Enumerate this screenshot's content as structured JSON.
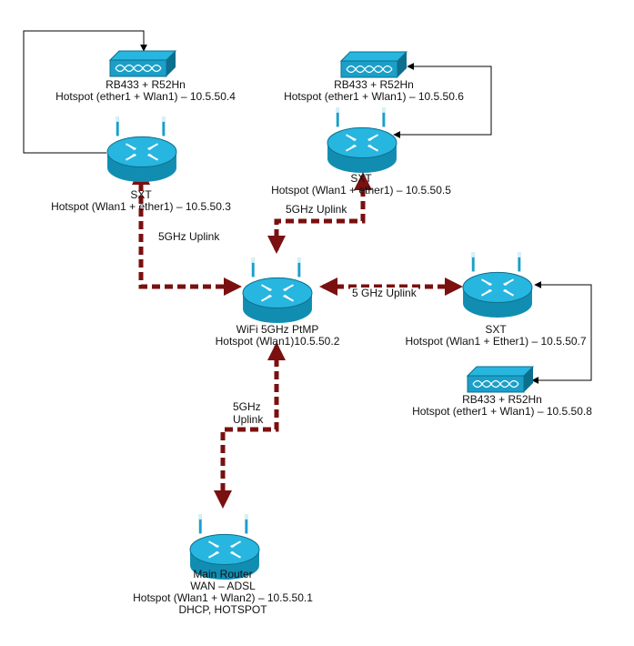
{
  "colors": {
    "device_blue": "#1a9fc8",
    "device_top": "#27b6df",
    "device_dark": "#0d6f8c",
    "uplink": "#7a1010",
    "line": "#000000"
  },
  "devices": {
    "rb1": {
      "icon": "switch-icon",
      "line1": "RB433 + R52Hn",
      "line2": "Hotspot (ether1 + Wlan1) – 10.5.50.4"
    },
    "rb2": {
      "icon": "switch-icon",
      "line1": "RB433 + R52Hn",
      "line2": "Hotspot (ether1 + Wlan1) – 10.5.50.6"
    },
    "rb3": {
      "icon": "switch-icon",
      "line1": "RB433 + R52Hn",
      "line2": "Hotspot (ether1 + Wlan1) – 10.5.50.8"
    },
    "sxt1": {
      "icon": "router-icon",
      "line1": "SXT",
      "line2": "Hotspot (Wlan1 + ether1) – 10.5.50.3"
    },
    "sxt2": {
      "icon": "router-icon",
      "line1": "SXT",
      "line2": "Hotspot (Wlan1 + ether1) – 10.5.50.5"
    },
    "sxt3": {
      "icon": "router-icon",
      "line1": "SXT",
      "line2": "Hotspot (Wlan1 + Ether1) – 10.5.50.7"
    },
    "ptmp": {
      "icon": "router-icon",
      "line1": "WiFi 5GHz PtMP",
      "line2": "Hotspot (Wlan1)10.5.50.2"
    },
    "main": {
      "icon": "router-icon",
      "line1": "Main Router",
      "line2": "WAN – ADSL",
      "line3": "Hotspot (Wlan1 + Wlan2)  – 10.5.50.1",
      "line4": "DHCP, HOTSPOT"
    }
  },
  "links": {
    "sxt1_ptmp": "5GHz Uplink",
    "sxt2_ptmp": "5GHz Uplink",
    "ptmp_sxt3": "5 GHz Uplink",
    "main_ptmp_1": "5GHz",
    "main_ptmp_2": "Uplink"
  }
}
